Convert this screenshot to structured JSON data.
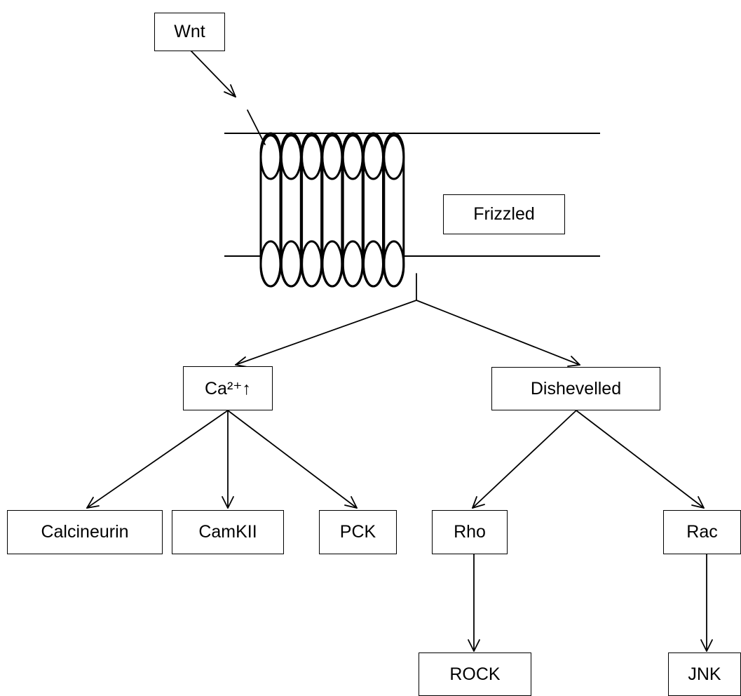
{
  "nodes": {
    "wnt": "Wnt",
    "frizzled": "Frizzled",
    "calcium": "Ca²⁺↑",
    "dishevelled": "Dishevelled",
    "calcineurin": "Calcineurin",
    "camkii": "CamKII",
    "pck": "PCK",
    "rho": "Rho",
    "rac": "Rac",
    "rock": "ROCK",
    "jnk": "JNK"
  },
  "receptor": {
    "transmembrane_loops": 7
  },
  "colors": {
    "stroke": "#000000",
    "background": "#ffffff"
  }
}
